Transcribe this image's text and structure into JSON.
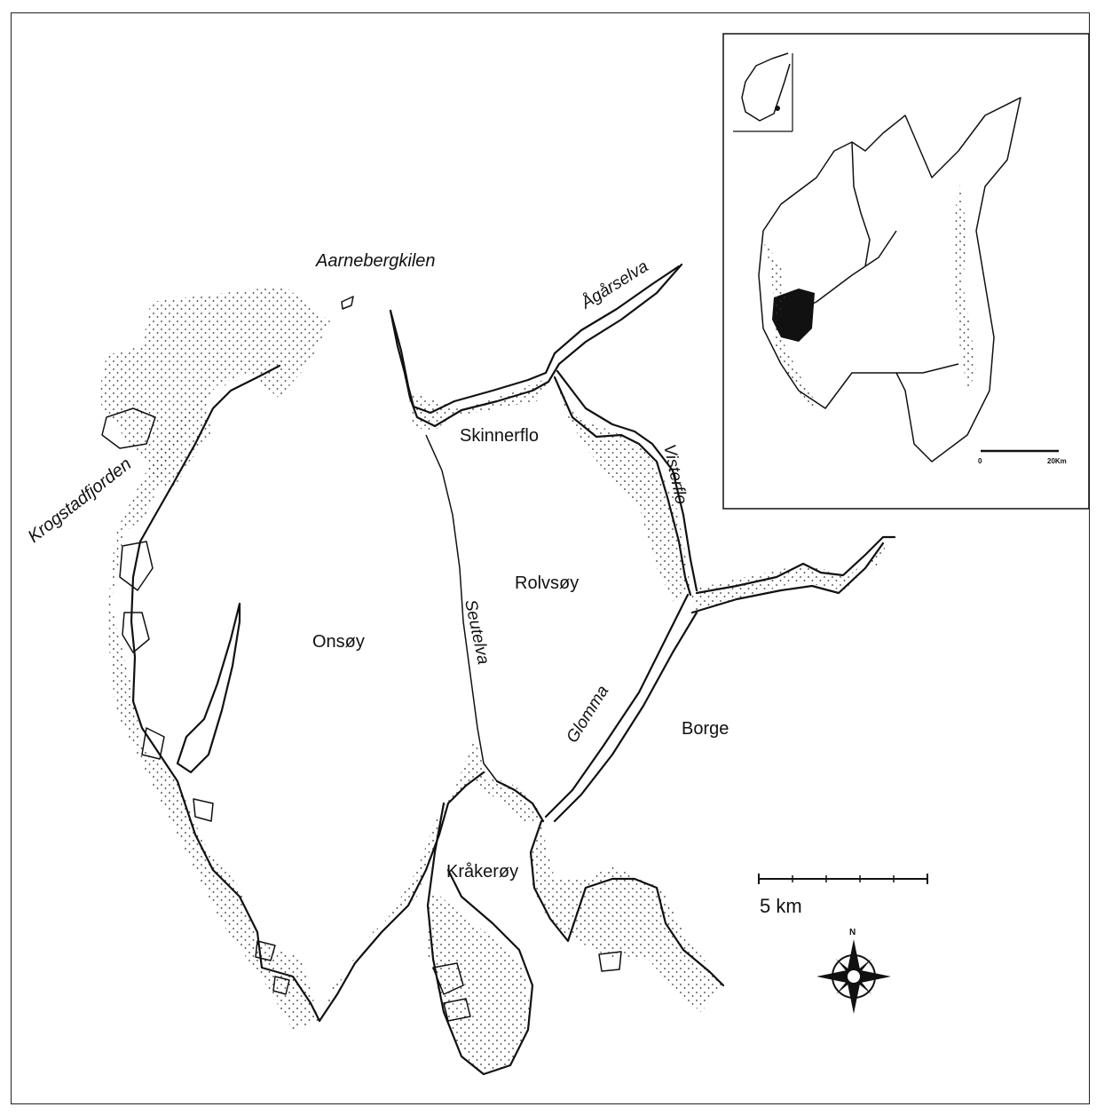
{
  "map": {
    "places": {
      "aarnebergkilen": "Aarnebergkilen",
      "agarselva": "Ågårselva",
      "krogstadfjorden": "Krogstadfjorden",
      "skinnerflo": "Skinnerflo",
      "visterflo": "Visterflo",
      "rolvsoy": "Rolvsøy",
      "onsoy": "Onsøy",
      "seutelva": "Seutelva",
      "glomma": "Glomma",
      "borge": "Borge",
      "krakeroy": "Kråkerøy"
    },
    "scale_bar": {
      "label": "5 km"
    },
    "compass": {
      "north_label": "N"
    },
    "inset": {
      "scale_start": "0",
      "scale_end": "20Km"
    }
  }
}
